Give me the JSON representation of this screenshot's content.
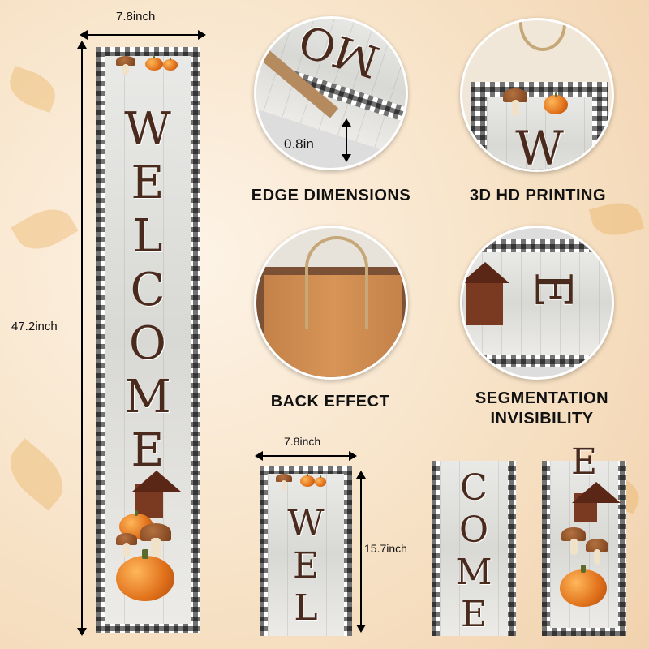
{
  "main_sign": {
    "width_label": "7.8inch",
    "height_label": "47.2inch",
    "letters": [
      "W",
      "E",
      "L",
      "C",
      "O",
      "M",
      "E"
    ]
  },
  "features": [
    {
      "caption": "EDGE DIMENSIONS",
      "callout": "0.8in",
      "detail_letters": "MO"
    },
    {
      "caption": "3D HD PRINTING",
      "detail_letters": "W"
    },
    {
      "caption": "BACK EFFECT"
    },
    {
      "caption_line1": "SEGMENTATION",
      "caption_line2": "INVISIBILITY",
      "detail_letters": "E"
    }
  ],
  "segments": {
    "width_label": "7.8inch",
    "height_label": "15.7inch",
    "segment1_letters": [
      "W",
      "E",
      "L"
    ],
    "segment2_letters": [
      "C",
      "O",
      "M",
      "E"
    ],
    "segment3_letters": [
      "E"
    ]
  },
  "colors": {
    "letter_brown": "#4a2a1d",
    "pumpkin_orange": "#e0701a",
    "gingham_black": "#000000",
    "background_peach": "#f7e2c6"
  }
}
